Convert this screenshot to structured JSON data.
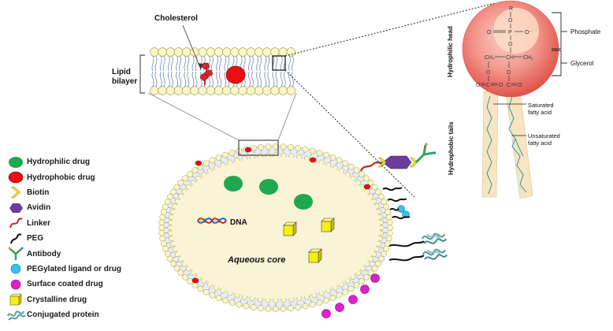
{
  "labels": {
    "cholesterol": "Cholesterol",
    "lipid_bilayer_line1": "Lipid",
    "lipid_bilayer_line2": "bilayer",
    "dna": "DNA",
    "aqueous_core": "Aqueous core",
    "hydrophilic_head": "Hydrophilic head",
    "hydrophobic_tails": "Hydrophobic tails",
    "phosphate": "Phosphate",
    "glycerol": "Glycerol",
    "saturated_line1": "Saturated",
    "saturated_line2": "fatty acid",
    "unsaturated_line1": "Unsaturated",
    "unsaturated_line2": "fatty acid"
  },
  "chem": {
    "r": "R",
    "o": "O",
    "o_minus": "O⁻",
    "p": "P",
    "ch2": "CH₂",
    "ch": "CH",
    "c": "C"
  },
  "legend": [
    {
      "icon": "green-oval",
      "label": "Hydrophilic drug"
    },
    {
      "icon": "red-oval",
      "label": "Hydrophobic drug"
    },
    {
      "icon": "biotin-chevron",
      "label": "Biotin"
    },
    {
      "icon": "avidin-hexagon",
      "label": "Avidin"
    },
    {
      "icon": "linker-curve",
      "label": "Linker"
    },
    {
      "icon": "peg-curve",
      "label": "PEG"
    },
    {
      "icon": "antibody-y",
      "label": "Antibody"
    },
    {
      "icon": "cyan-circle",
      "label": "PEGylated ligand or drug"
    },
    {
      "icon": "magenta-circle",
      "label": "Surface coated drug"
    },
    {
      "icon": "yellow-cube",
      "label": "Crystalline drug"
    },
    {
      "icon": "protein-ribbon",
      "label": "Conjugated protein"
    }
  ],
  "colors": {
    "hydrophilic": "#1fa84f",
    "hydrophobic": "#e81010",
    "biotin": "#e8e010",
    "avidin": "#6a3d9a",
    "linker": "#c0281e",
    "peg": "#111111",
    "pegylated": "#30c4e8",
    "surface_drug": "#e020c8",
    "crystalline": "#f5ef12",
    "core": "#fbf3d6",
    "head_bead": "#fbf7c2",
    "head_ball": "#f07c74"
  }
}
